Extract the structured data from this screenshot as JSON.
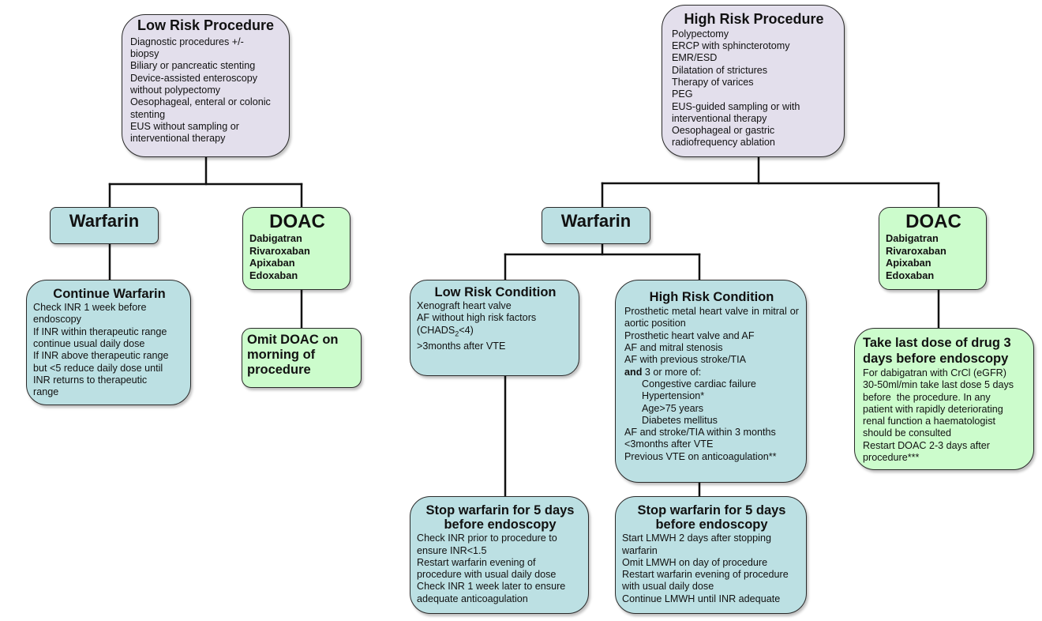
{
  "diagram": {
    "low_risk_procedure": {
      "title": "Low Risk Procedure",
      "items": [
        "Diagnostic procedures +/-",
        "biopsy",
        "Biliary or pancreatic stenting",
        "Device-assisted enteroscopy",
        "without polypectomy",
        "Oesophageal, enteral or colonic",
        "stenting",
        "EUS without sampling or",
        "interventional therapy"
      ]
    },
    "high_risk_procedure": {
      "title": "High Risk Procedure",
      "items": [
        "Polypectomy",
        "ERCP with sphincterotomy",
        "EMR/ESD",
        "Dilatation of strictures",
        "Therapy of varices",
        "PEG",
        "EUS-guided sampling or with",
        "interventional therapy",
        "Oesophageal or gastric",
        "radiofrequency ablation"
      ]
    },
    "low_warfarin": {
      "title": "Warfarin"
    },
    "low_doac": {
      "title": "DOAC",
      "drugs": [
        "Dabigatran",
        "Rivaroxaban",
        "Apixaban",
        "Edoxaban"
      ]
    },
    "continue_warfarin": {
      "title": "Continue Warfarin",
      "items": [
        "Check INR 1 week before",
        "endoscopy",
        "If INR within therapeutic range",
        "continue usual daily dose",
        "If INR above therapeutic range",
        "but <5 reduce daily dose until",
        "INR returns to therapeutic",
        "range"
      ]
    },
    "omit_doac": {
      "title": "Omit DOAC on morning of procedure"
    },
    "high_warfarin": {
      "title": "Warfarin"
    },
    "high_doac": {
      "title": "DOAC",
      "drugs": [
        "Dabigatran",
        "Rivaroxaban",
        "Apixaban",
        "Edoxaban"
      ]
    },
    "low_risk_condition": {
      "title": "Low Risk Condition",
      "items": [
        "Xenograft heart valve",
        "AF without high risk factors",
        "(CHADS",
        "2",
        "<4)",
        ">3months after VTE"
      ]
    },
    "high_risk_condition": {
      "title": "High Risk Condition",
      "items_top": [
        "Prosthetic metal heart valve in mitral or aortic position",
        "Prosthetic heart valve and AF",
        "AF and mitral stenosis",
        "AF with previous stroke/TIA"
      ],
      "and_bold": "and",
      "and_rest": " 3 or more of:",
      "sub_items": [
        "Congestive cardiac failure",
        "Hypertension*",
        "Age>75 years",
        "Diabetes mellitus"
      ],
      "items_bottom": [
        "AF and stroke/TIA within 3 months",
        "<3months after VTE",
        "Previous VTE on anticoagulation**"
      ]
    },
    "stop_warfarin_low": {
      "title": "Stop warfarin for 5 days before endoscopy",
      "items": [
        "Check INR prior to procedure to",
        "ensure INR<1.5",
        "Restart warfarin evening of",
        "procedure with usual daily dose",
        "Check INR 1 week later to ensure",
        "adequate anticoagulation"
      ]
    },
    "stop_warfarin_high": {
      "title": "Stop warfarin for 5 days before endoscopy",
      "items": [
        "Start LMWH 2 days after stopping",
        "warfarin",
        "Omit LMWH on day of procedure",
        "Restart warfarin evening of procedure",
        "with usual daily dose",
        "Continue LMWH until INR adequate"
      ]
    },
    "take_last_dose": {
      "title": "Take last dose of drug 3 days before endoscopy",
      "items": [
        "For dabigatran with CrCl (eGFR)",
        "30-50ml/min take last dose 5 days",
        "before  the procedure. In any",
        "patient with rapidly deteriorating",
        "renal function a haematologist",
        "should be consulted",
        "Restart DOAC 2-3 days after",
        "procedure***"
      ]
    },
    "colors": {
      "procedure_fill": "#e3dfec",
      "warfarin_fill": "#bce0e3",
      "doac_fill": "#ccfccc",
      "line": "#111111"
    }
  }
}
